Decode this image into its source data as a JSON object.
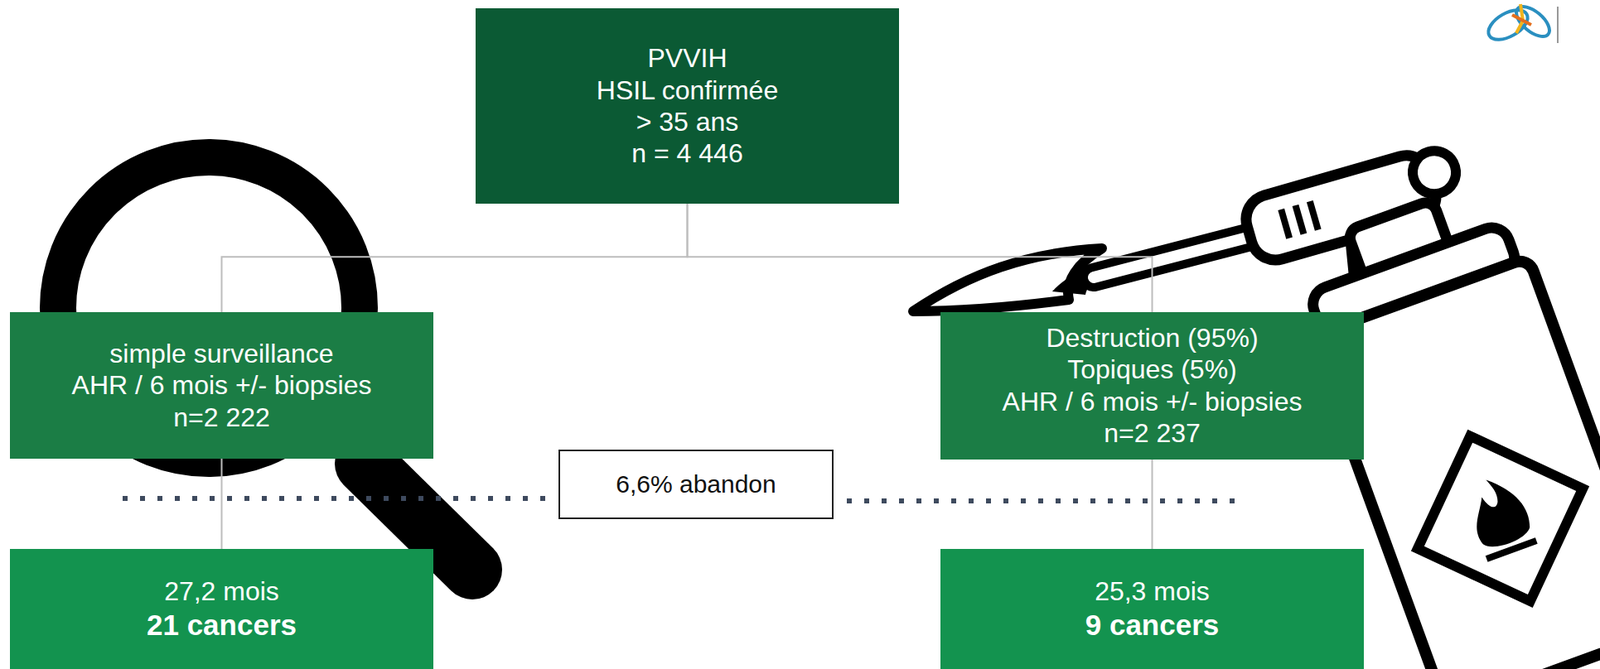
{
  "diagram": {
    "nodes": [
      {
        "text": [
          "PVVIH",
          "HSIL confirmée",
          "> 35 ans",
          "n = 4 446"
        ]
      },
      {
        "text": [
          "simple surveillance",
          "AHR / 6 mois +/- biopsies",
          "n=2 222"
        ]
      },
      {
        "text": [
          "Destruction (95%)",
          "Topiques (5%)",
          "AHR / 6 mois +/- biopsies",
          "n=2 237"
        ]
      },
      {
        "text": [
          "6,6% abandon"
        ]
      },
      {
        "text": [
          "27,2 mois",
          "21 cancers"
        ]
      },
      {
        "text": [
          "25,3 mois",
          "9 cancers"
        ]
      }
    ],
    "edges": [
      {
        "from": 0,
        "to": 1,
        "arrow": "none"
      },
      {
        "from": 0,
        "to": 2,
        "arrow": "none"
      },
      {
        "from": 1,
        "to": 4,
        "arrow": "none"
      },
      {
        "from": 2,
        "to": 5,
        "arrow": "none"
      }
    ]
  }
}
